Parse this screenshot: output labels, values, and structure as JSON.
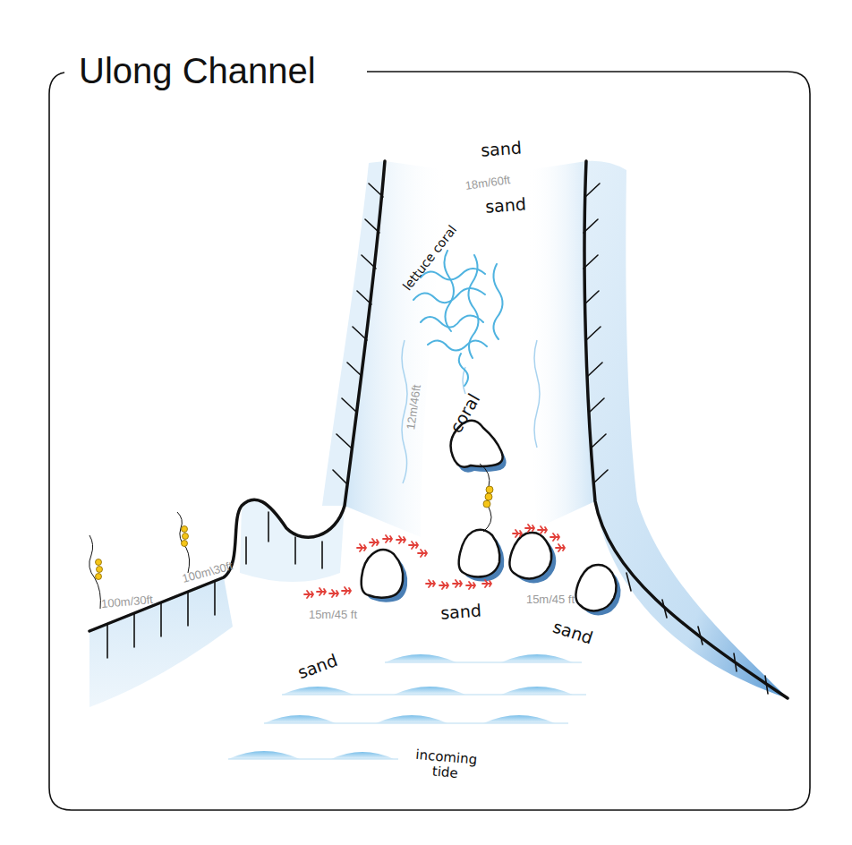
{
  "diagram": {
    "title": "Ulong Channel",
    "labels": [
      "sand",
      "18m/60ft",
      "sand",
      "lettuce coral",
      "12m/46ft",
      "coral",
      "100m\\30ft",
      "100m/30ft",
      "15m/45 ft",
      "sand",
      "15m/45 ft",
      "sand",
      "sand",
      "incoming tide"
    ]
  }
}
